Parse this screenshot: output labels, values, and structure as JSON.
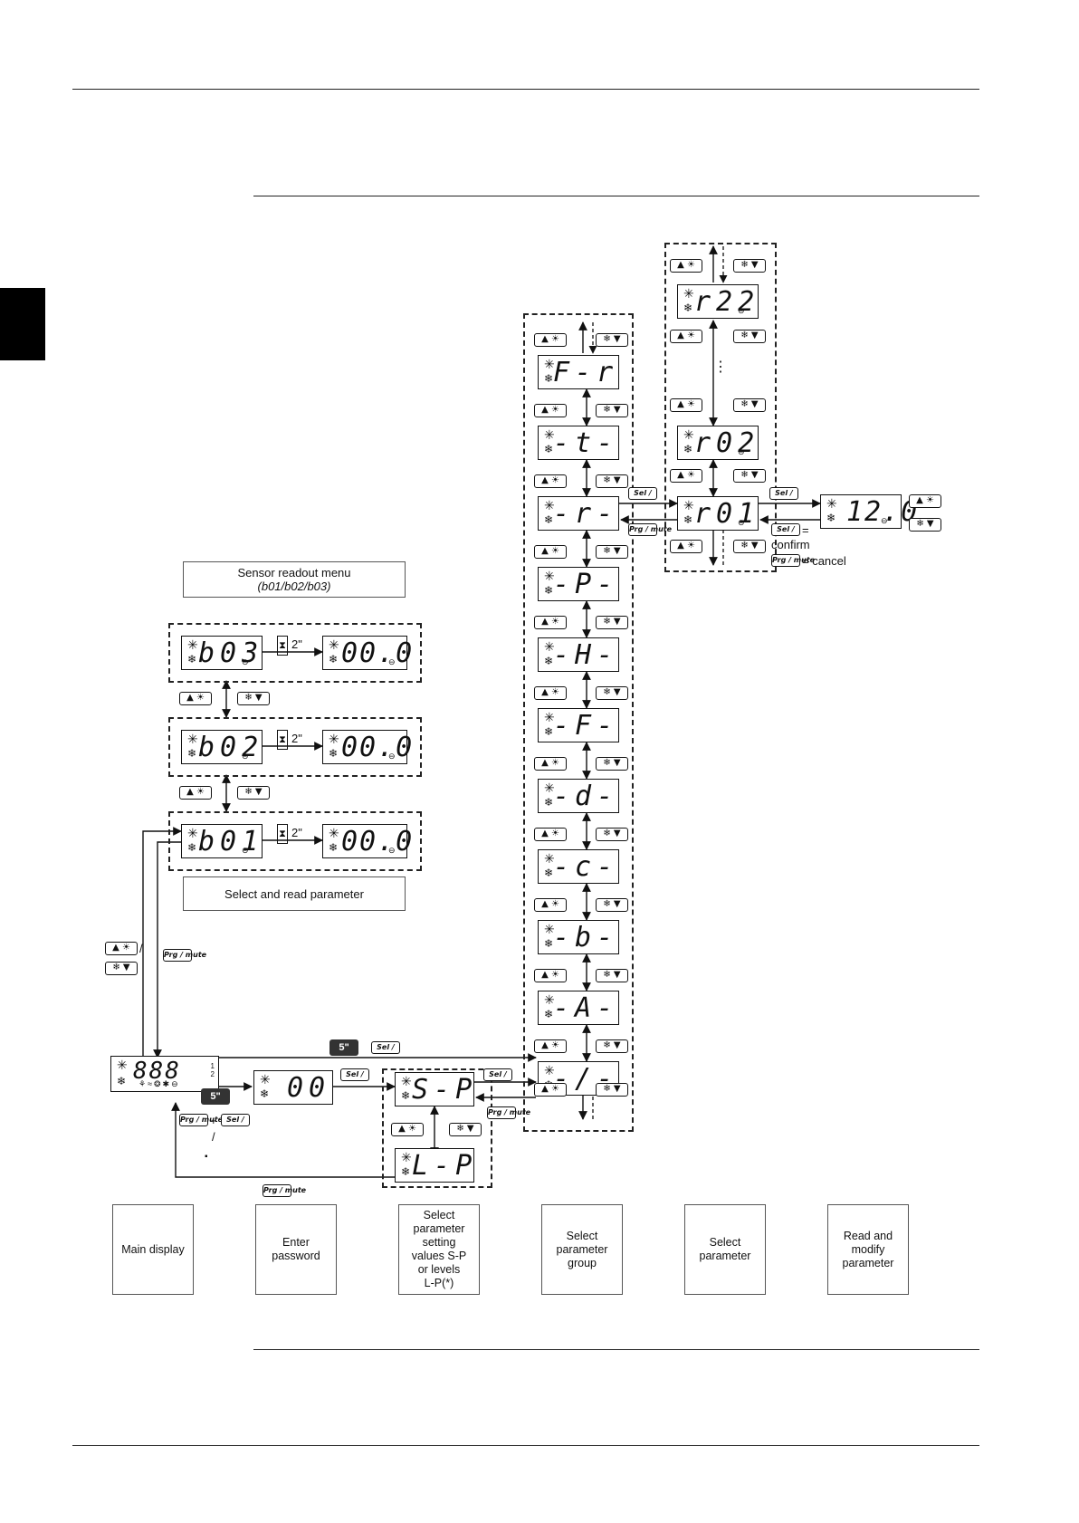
{
  "labels": {
    "sensor_readout_title": "Sensor readout menu",
    "sensor_readout_sub": "(b01/b02/b03)",
    "select_read_param": "Select and read parameter",
    "confirm": "confirm",
    "cancel": "= cancel",
    "equals": "=",
    "hold_time": "2\"",
    "hold_5s": "5\"",
    "plus": "+",
    "slash": "/",
    "bullet": "▪"
  },
  "keys": {
    "up_sun": "▲ ☀",
    "snow_down": "❄ ▼",
    "sel": "Sel /",
    "prg": "Prg / mute"
  },
  "displays": {
    "main": "888",
    "password": "00",
    "sp": "S-P",
    "lp": "L-P",
    "sensors": [
      "b03",
      "b02",
      "b01"
    ],
    "sensor_value": "00.0",
    "groups": [
      "F-r",
      "-t-",
      "-r-",
      "-P-",
      "-H-",
      "-F-",
      "-d-",
      "-c-",
      "-b-",
      "-A-",
      "-/-"
    ],
    "params": [
      "r22",
      "r02",
      "r01"
    ],
    "value": "12.0",
    "ellipsis": "⋮"
  },
  "bottom_steps": [
    "Main display",
    "Enter\npassword",
    "Select\nparameter\nsetting\nvalues S-P\nor levels\nL-P(*)",
    "Select\nparameter\ngroup",
    "Select\nparameter",
    "Read and\nmodify\nparameter"
  ]
}
